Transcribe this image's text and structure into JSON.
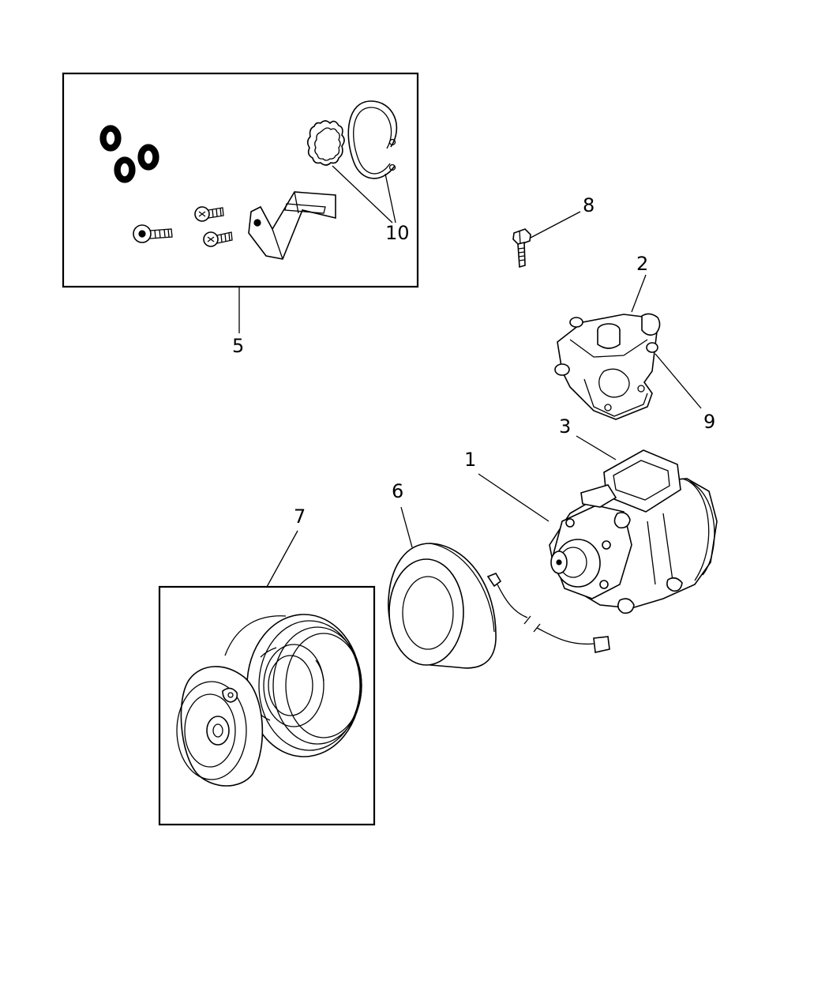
{
  "callouts": {
    "c1": "1",
    "c2": "2",
    "c3": "3",
    "c5": "5",
    "c6": "6",
    "c7": "7",
    "c8": "8",
    "c9": "9",
    "c10": "10"
  }
}
